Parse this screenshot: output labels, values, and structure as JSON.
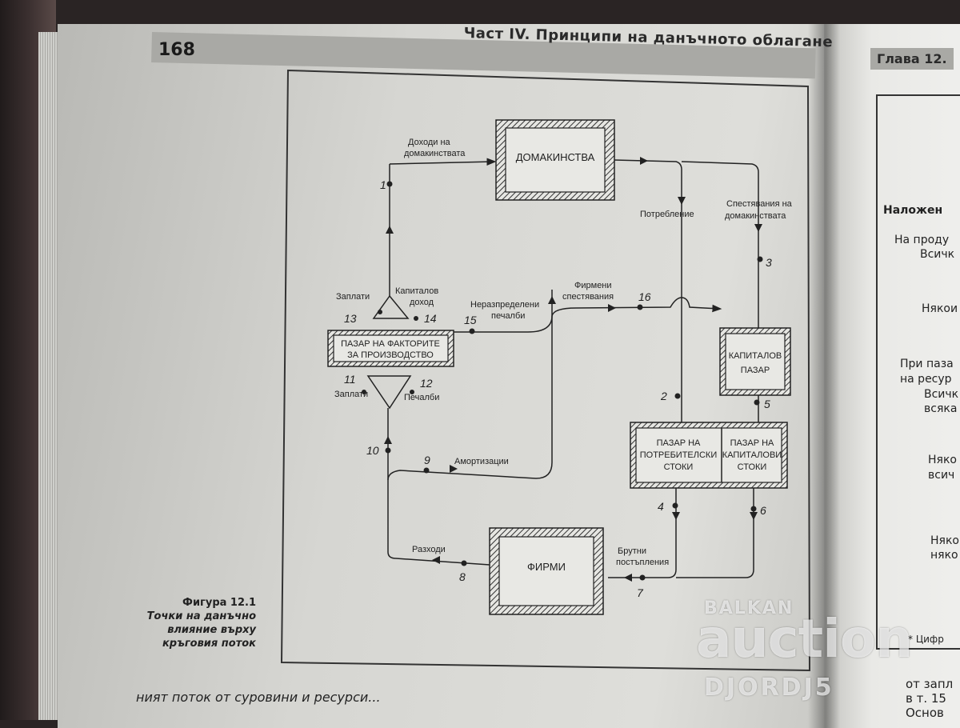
{
  "header": {
    "page_number": "168",
    "running_title": "Част IV. Принципи на данъчното облагане"
  },
  "right_page": {
    "header": "Глава 12.",
    "lines": [
      "Наложен",
      "На проду",
      "Всичк",
      "Някои",
      "При паза",
      "на ресур",
      "Всичк",
      "всяка",
      "Няко",
      "всич",
      "Няко",
      "няко",
      "* Цифр",
      "от запл",
      "в т. 15",
      "Основ"
    ]
  },
  "figure": {
    "caption_title": "Фигура 12.1",
    "caption_lines": [
      "Точки на данъчно",
      "влияние върху",
      "кръговия поток"
    ],
    "boxes": {
      "households": "ДОМАКИНСТВА",
      "factor_market_1": "ПАЗАР НА ФАКТОРИТЕ",
      "factor_market_2": "ЗА ПРОИЗВОДСТВО",
      "capital_market_1": "КАПИТАЛОВ",
      "capital_market_2": "ПАЗАР",
      "consumer_goods_1": "ПАЗАР НА",
      "consumer_goods_2": "ПОТРЕБИТЕЛСКИ",
      "consumer_goods_3": "СТОКИ",
      "capital_goods_1": "ПАЗАР НА",
      "capital_goods_2": "КАПИТАЛОВИ",
      "capital_goods_3": "СТОКИ",
      "firms": "ФИРМИ"
    },
    "labels": {
      "household_income_1": "Доходи на",
      "household_income_2": "домакинствата",
      "consumption": "Потребление",
      "household_savings_1": "Спестявания на",
      "household_savings_2": "домакинствата",
      "wages_top": "Заплати",
      "capital_income_1": "Капиталов",
      "capital_income_2": "доход",
      "retained_profits_1": "Неразпределени",
      "retained_profits_2": "печалби",
      "firm_savings_1": "Фирмени",
      "firm_savings_2": "спестявания",
      "wages_bottom": "Заплати",
      "profits": "Печалби",
      "depreciation": "Амортизации",
      "expenses": "Разходи",
      "gross_revenue_1": "Брутни",
      "gross_revenue_2": "постъпления"
    },
    "numbers": {
      "n1": "1",
      "n2": "2",
      "n3": "3",
      "n4": "4",
      "n5": "5",
      "n6": "6",
      "n7": "7",
      "n8": "8",
      "n9": "9",
      "n10": "10",
      "n11": "11",
      "n12": "12",
      "n13": "13",
      "n14": "14",
      "n15": "15",
      "n16": "16"
    }
  },
  "bottom_text": "ният поток от суровини и ресурси...",
  "watermark": {
    "line1": "BALKAN",
    "line2": "auction",
    "line3": "DJORDJ5"
  }
}
